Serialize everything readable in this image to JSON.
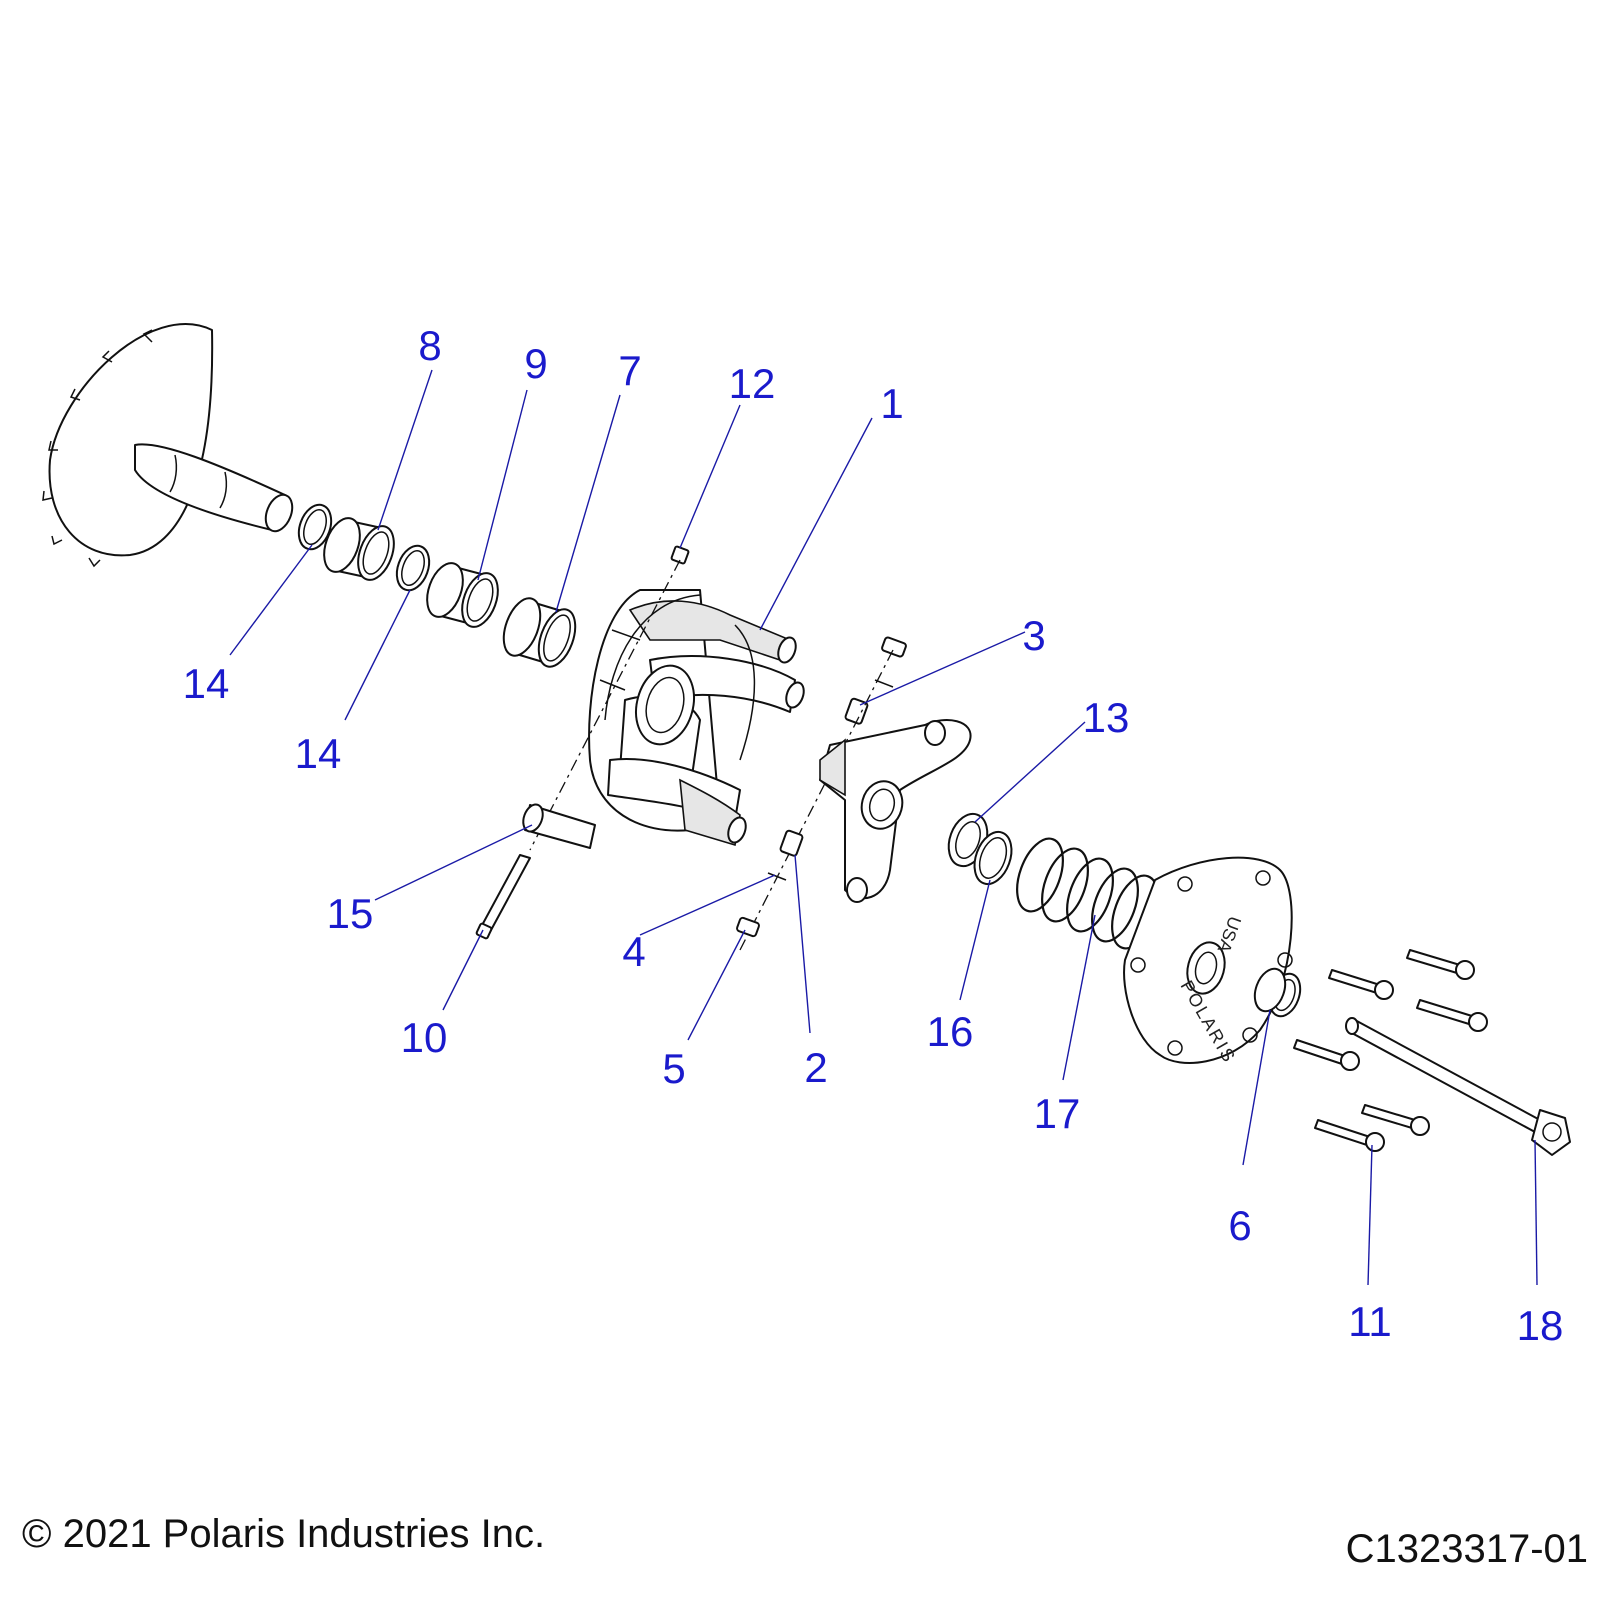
{
  "diagram": {
    "callouts": [
      {
        "id": "1",
        "text": "1"
      },
      {
        "id": "2",
        "text": "2"
      },
      {
        "id": "3",
        "text": "3"
      },
      {
        "id": "4",
        "text": "4"
      },
      {
        "id": "5",
        "text": "5"
      },
      {
        "id": "6",
        "text": "6"
      },
      {
        "id": "7",
        "text": "7"
      },
      {
        "id": "8",
        "text": "8"
      },
      {
        "id": "9",
        "text": "9"
      },
      {
        "id": "10",
        "text": "10"
      },
      {
        "id": "11",
        "text": "11"
      },
      {
        "id": "12",
        "text": "12"
      },
      {
        "id": "13",
        "text": "13"
      },
      {
        "id": "14a",
        "text": "14"
      },
      {
        "id": "14b",
        "text": "14"
      },
      {
        "id": "15",
        "text": "15"
      },
      {
        "id": "16",
        "text": "16"
      },
      {
        "id": "17",
        "text": "17"
      },
      {
        "id": "18",
        "text": "18"
      }
    ],
    "cover_logo_text": "POLARIS",
    "cover_region_text": "USA",
    "callout_color": "#1a1acc",
    "line_color": "#111111"
  },
  "footer": {
    "copyright": "© 2021 Polaris Industries Inc.",
    "drawing_number": "C1323317-01"
  }
}
